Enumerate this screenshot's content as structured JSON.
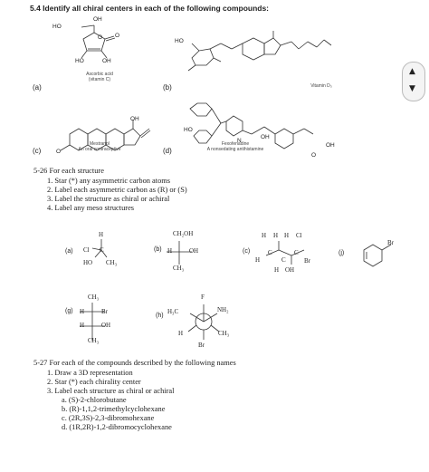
{
  "section54": {
    "heading": "5.4  Identify all chiral centers in each of the following compounds:",
    "compounds": [
      {
        "label": "(a)",
        "name": "Ascorbic acid",
        "subname": "(vitamin C)",
        "atoms": [
          "OH",
          "HO",
          "O",
          "O",
          "HO",
          "OH"
        ]
      },
      {
        "label": "(b)",
        "name": "Vitamin D₃",
        "atoms": [
          "HO"
        ]
      },
      {
        "label": "(c)",
        "name": "Mestranol",
        "subname": "An oral contraceptive",
        "atoms": [
          "OH",
          "O"
        ]
      },
      {
        "label": "(d)",
        "name": "Fexofenadine",
        "subname": "A nonsedating antihistamine",
        "atoms": [
          "HO",
          "N",
          "OH",
          "OH",
          "O"
        ]
      }
    ]
  },
  "section526": {
    "heading": "5-26 For each structure",
    "items": [
      "1.  Star (*) any asymmetric carbon atoms",
      "2.  Label each asymmetric carbon as (R) or (S)",
      "3.  Label the structure as chiral or achiral",
      "4.  Label any meso structures"
    ],
    "structures": {
      "a": {
        "label": "(a)",
        "atoms": [
          "H",
          "C",
          "Cl",
          "HO",
          "CH₃"
        ]
      },
      "b": {
        "label": "(b)",
        "atoms": [
          "CH₂OH",
          "H",
          "OH",
          "CH₃"
        ]
      },
      "c": {
        "label": "(c)",
        "atoms": [
          "H",
          "H",
          "H",
          "Cl",
          "H",
          "C",
          "C",
          "C",
          "Br",
          "H",
          "OH"
        ]
      },
      "j": {
        "label": "(j)",
        "atoms": [
          "Br"
        ]
      },
      "g": {
        "label": "(g)",
        "atoms": [
          "CH₃",
          "H",
          "Br",
          "H",
          "OH",
          "CH₃"
        ]
      },
      "h": {
        "label": "(h)",
        "atoms": [
          "H₃C",
          "F",
          "NH₂",
          "H",
          "CH₃",
          "Br"
        ]
      }
    }
  },
  "section527": {
    "heading": "5-27 For each of the compounds described by the following names",
    "items": [
      "1.  Draw a 3D representation",
      "2.  Star (*) each chirality center",
      "3.  Label each structure as chiral or achiral"
    ],
    "subitems": [
      "a.  (S)-2-chlorobutane",
      "b.  (R)-1,1,2-trimethylcyclohexane",
      "c.  (2R,3S)-2,3-dibromohexane",
      "d.  (1R,2R)-1,2-dibromocyclohexane"
    ]
  },
  "nav": {
    "up_glyph": "▲",
    "down_glyph": "▼"
  }
}
